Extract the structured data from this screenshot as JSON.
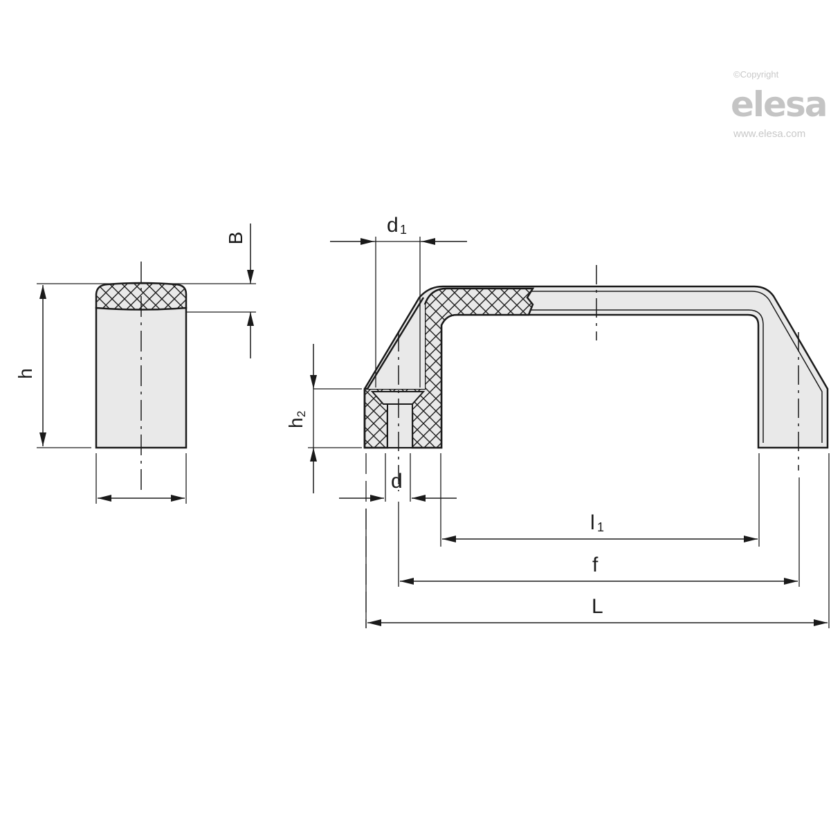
{
  "watermark": {
    "copyright": "©Copyright",
    "brand": "elesa",
    "url": "www.elesa.com"
  },
  "side_view": {
    "labels": {
      "height": "h",
      "grip_thickness": "B"
    }
  },
  "front_view": {
    "labels": {
      "d1_main": "d",
      "d1_sub": "1",
      "h2_main": "h",
      "h2_sub": "2",
      "d": "d",
      "l1_main": "l",
      "l1_sub": "1",
      "f": "f",
      "L": "L"
    }
  },
  "colors": {
    "line": "#1a1a1a",
    "fill": "#e9e9e9",
    "watermark": "#c4c4c4"
  }
}
